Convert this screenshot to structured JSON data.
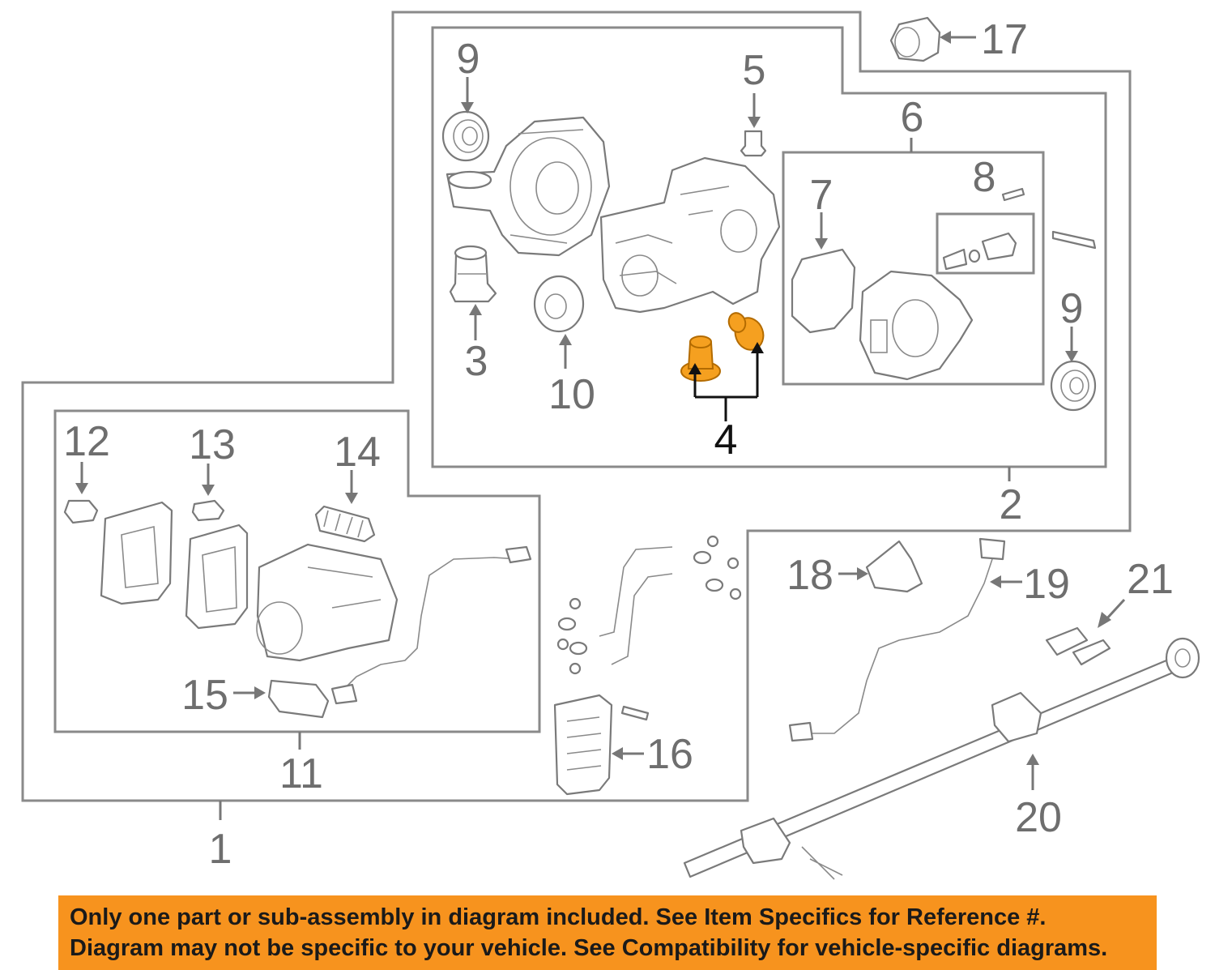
{
  "callouts": {
    "c1": "1",
    "c2": "2",
    "c3": "3",
    "c4": "4",
    "c5": "5",
    "c6": "6",
    "c7": "7",
    "c8": "8",
    "c9a": "9",
    "c9b": "9",
    "c10": "10",
    "c11": "11",
    "c12": "12",
    "c13": "13",
    "c14": "14",
    "c15": "15",
    "c16": "16",
    "c17": "17",
    "c18": "18",
    "c19": "19",
    "c20": "20",
    "c21": "21"
  },
  "highlight_color": "#f5a020",
  "banner_color": "#f7931e",
  "disclaimer": {
    "line1": "Only one part or sub-assembly in diagram included. See Item Specifics for Reference #.",
    "line2": "Diagram may not be specific to your vehicle. See Compatibility for vehicle-specific diagrams."
  }
}
